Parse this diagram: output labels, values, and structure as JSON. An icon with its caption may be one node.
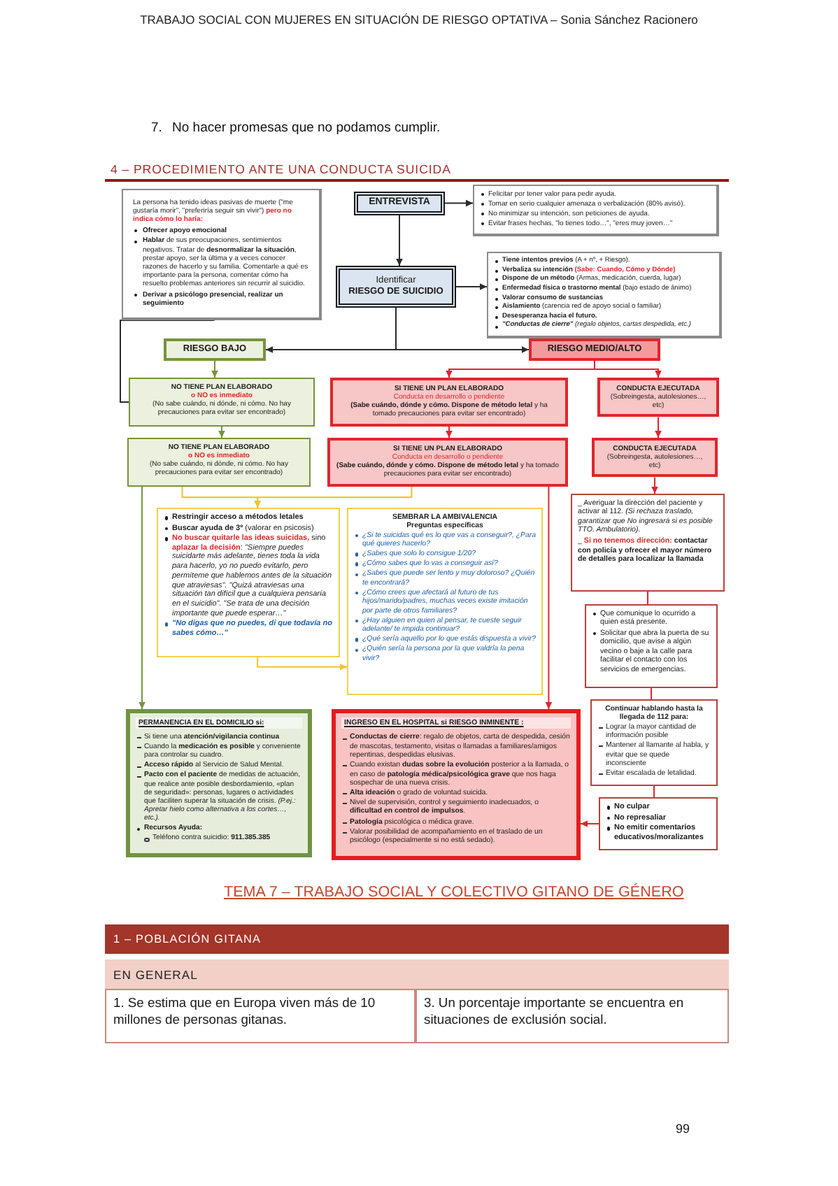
{
  "diagram": {
    "title": "4 – PROCEDIMIENTO ANTE UNA CONDUCTA SUICIDA",
    "nodes": [
      {
        "text": [
          "La persona ha tenido ideas pasivas de muerte (\"me gustaría morir\", \"preferiría seguir sin vivir\") **pero no indica cómo lo haría:**",
          "Ofrecer apoyo emocional",
          "**Hablar** de sus preocupaciones, sentimientos negativos. Tratar de **desnormalizar la situación**, prestar apoyo, ser la última y a veces conocer razones de hacerlo y su familia. Comentarle a qué es importante para la persona, comentar cómo ha resuelto problemas anteriores sin recurrir al suicidio.",
          "Derivar a psicólogo presencial, realizar un seguimiento"
        ]
      },
      {
        "text": [
          "ENTREVISTA"
        ]
      },
      {
        "text": [
          "Felicitar por tener valor para pedir ayuda.",
          "Tomar en serio cualquier amenaza o verbalización (80% avisó).",
          "No minimizar su intención, son peticiones de ayuda.",
          "Evitar frases hechas, \"lo tienes todo…\", \"eres muy joven…\""
        ]
      },
      {
        "text": [
          "Identificar",
          "RIESGO DE SUICIDIO"
        ]
      },
      {
        "text": [
          "**Tiene intentos previos** (A + nº, + Riesgo).",
          "**Verbaliza su intención** **(Sabe: Cuando, Cómo y Dónde)**",
          "**Dispone de un método** (Armas, medicación, cuerda, lugar)",
          "**Enfermedad física o trastorno mental** (bajo estado de ánimo)",
          "Valorar consumo de sustancias",
          "**Aislamiento** (carencia red de apoyo social o familiar)",
          "Desesperanza hacia el futuro.",
          "**\"Conductas de cierre\"** *(regalo objetos, cartas despedida, etc.)*"
        ]
      },
      {
        "text": [
          "RIESGO BAJO"
        ]
      },
      {
        "text": [
          "RIESGO MEDIO/ALTO"
        ]
      },
      {
        "text": [
          "NO TIENE PLAN ELABORADO",
          "o NO es inmediato",
          "(No sabe cuándo, ni dónde, ni cómo. No hay precauciones para evitar ser encontrado)"
        ]
      },
      {
        "text": [
          "SI TIENE UN PLAN ELABORADO",
          "Conducta en desarrollo o pendiente",
          "**(Sabe cuándo, dónde y cómo. Dispone de método letal** y ha tomado precauciones para evitar ser encontrado)"
        ]
      },
      {
        "text": [
          "CONDUCTA EJECUTADA",
          "(Sobreingesta, autolesiones…, etc)"
        ]
      },
      {
        "text": [
          "NO TIENE PLAN ELABORADO",
          "o NO es inmediato",
          "(No sabe cuándo, ni dónde, ni cómo. No hay precauciones para evitar ser encontrado)"
        ]
      },
      {
        "text": [
          "SI TIENE UN PLAN ELABORADO",
          "Conducta en desarrollo o pendiente",
          "**(Sabe cuándo, dónde y cómo. Dispone de método letal** y ha tomado precauciones para evitar ser encontrado)"
        ]
      },
      {
        "text": [
          "CONDUCTA EJECUTADA",
          "(Sobreingesta, autolesiones…, etc)"
        ]
      },
      {
        "text": [
          "Restringir acceso a métodos letales",
          "**Buscar ayuda de 3º** (valorar en psicosis)",
          "**No buscar quitarle las ideas suicidas,** sino **aplazar la decisión**: *\"Siempre puedes suicidarte más adelante, tienes toda la vida para hacerlo, yo no puedo evitarlo, pero permíteme que hablemos antes de la situación que atraviesas\". \"Quizá atraviesas una situación tan difícil que a cualquiera pensaría en el suicidio\". \"Se trata de una decisión importante que puede esperar…\"*",
          "\"No digas que no puedes, di que todavía no sabes cómo…\""
        ]
      },
      {
        "text": [
          "SEMBRAR LA AMBIVALENCIA",
          "Preguntas específicas",
          "¿Si te suicidas qué es lo que vas a conseguir?, ¿Para qué quieres hacerlo?",
          "¿Sabes que solo lo consigue 1/20?",
          "¿Cómo sabes que lo vas a conseguir así?",
          "¿Sabes que puede ser lento y muy doloroso? ¿Quién te encontrará?",
          "¿Cómo crees que afectará al futuro de tus hijos/marido/padres, muchas veces existe imitación por parte de otros familiares?",
          "¿Hay alguien en quien al pensar, te cueste seguir adelante/ te impida continuar?",
          "¿Qué sería aquello por lo que estás dispuesta a vivir?",
          "¿Quién sería la persona por la que valdría la pena vivir?"
        ]
      },
      {
        "text": [
          "_ Averiguar la dirección del paciente y activar al 112. *(Si rechaza traslado, garantizar que No ingresará si es posible TTO. Ambulatorio).*",
          "_ **Si no tenemos dirección:** **contactar con policía y ofrecer el mayor número de detalles para localizar la llamada**"
        ]
      },
      {
        "text": [
          "Que comunique lo ocurrido a quien está presente.",
          "Solicitar que abra la puerta de su domicilio, que avise a algún vecino o baje a la calle para facilitar el contacto con los servicios de emergencias."
        ]
      },
      {
        "text": [
          "PERMANENCIA EN EL DOMICILIO si:",
          "Si tiene una **atención/vigilancia continua**",
          "Cuando la **medicación es posible** y conveniente para controlar su cuadro.",
          "**Acceso rápido** al Servicio de Salud Mental.",
          "**Pacto con el paciente** de medidas de actuación, que realice ante posible desbordamiento, «plan de seguridad»: personas, lugares o actividades que faciliten superar la situación de crisis. *(P.ej.: Apretar hielo como alternativa a los cortes…, etc.).*",
          "Recursos Ayuda:",
          "Teléfono contra suicidio: **911.385.385**"
        ]
      },
      {
        "text": [
          "INGRESO EN EL HOSPITAL si RIESGO INMINENTE :",
          "**Conductas de cierre**: regalo de objetos, carta de despedida, cesión de mascotas, testamento, visitas o llamadas a familiares/amigos repentinas, despedidas elusivas.",
          "Cuando existan **dudas sobre la evolución** posterior a la llamada, o en caso de **patología médica/psicológica grave** que nos haga sospechar de una nueva crisis.",
          "**Alta ideación** o grado de voluntad suicida.",
          "Nivel de supervisión, control y seguimiento inadecuados, o **dificultad en control de impulsos**.",
          "**Patología** psicológica o médica grave.",
          "Valorar posibilidad de acompañamiento en el traslado de un psicólogo (especialmente si no está sedado)."
        ]
      },
      {
        "text": [
          "Continuar hablando hasta la llegada de 112 para:",
          "Lograr la mayor cantidad de información posible",
          "Mantener al llamante al habla, y evitar que se quede inconsciente",
          "Evitar escalada de letalidad."
        ]
      },
      {
        "text": [
          "No culpar",
          "No represaliar",
          "No emitir comentarios educativos/moralizantes"
        ]
      }
    ],
    "edges": [
      {
        "from": 1,
        "to": 2,
        "arrow": "to",
        "color": "#2b2b2b"
      },
      {
        "from": 1,
        "to": 3,
        "arrow": "to",
        "color": "#2b2b2b"
      },
      {
        "from": 3,
        "to": 4,
        "arrow": "to",
        "color": "#2b2b2b"
      },
      {
        "from": 3,
        "to": 5,
        "arrow": "to",
        "color": "#2b2b2b"
      },
      {
        "from": 3,
        "to": 6,
        "arrow": "to",
        "color": "#2b2b2b"
      },
      {
        "from": 5,
        "to": 7,
        "arrow": "to",
        "color": "#77933c"
      },
      {
        "from": 6,
        "to": 8,
        "arrow": "to",
        "color": "#e0262b"
      },
      {
        "from": 6,
        "to": 9,
        "arrow": "to",
        "color": "#e0262b"
      },
      {
        "from": 7,
        "to": 10,
        "arrow": "to",
        "color": "#77933c"
      },
      {
        "from": 8,
        "to": 11,
        "arrow": "to",
        "color": "#e0262b"
      },
      {
        "from": 9,
        "to": 12,
        "arrow": "to",
        "color": "#e0262b"
      },
      {
        "from": 12,
        "to": 15,
        "arrow": "to",
        "color": "#e0262b"
      },
      {
        "from": 10,
        "to": 13,
        "arrow": "to",
        "color": "#f2c230"
      },
      {
        "from": 11,
        "to": 13,
        "arrow": "to",
        "color": "#f2c230"
      },
      {
        "from": 13,
        "to": 14,
        "arrow": "to",
        "color": "#f2c230"
      },
      {
        "from": 10,
        "to": 17,
        "arrow": "to",
        "color": "#77933c"
      },
      {
        "from": 11,
        "to": 18,
        "arrow": "to",
        "color": "#e0262b"
      },
      {
        "from": 15,
        "to": 16,
        "arrow": "none",
        "color": "#e0262b"
      },
      {
        "from": 16,
        "to": 19,
        "arrow": "none",
        "color": "#e0262b"
      },
      {
        "from": 19,
        "to": 20,
        "arrow": "none",
        "color": "#e0262b"
      },
      {
        "from": 20,
        "to": 18,
        "arrow": "to",
        "color": "#e0262b"
      },
      {
        "from": 7,
        "to": 0,
        "arrow": "to",
        "color": "#2b2b2b"
      }
    ],
    "labels": [
      "TRABAJO SOCIAL CON MUJERES EN SITUACIÓN DE RIESGO OPTATIVA – Sonia Sánchez Racionero",
      "7.",
      "No hacer promesas que no podamos cumplir.",
      "TEMA 7 – TRABAJO SOCIAL Y COLECTIVO GITANO DE GÉNERO",
      "1 – POBLACIÓN GITANA",
      "EN GENERAL",
      "1. Se estima que en Europa viven más de 10 millones de personas gitanas.",
      "3. Un porcentaje importante se encuentra en situaciones de exclusión social.",
      "99"
    ]
  }
}
